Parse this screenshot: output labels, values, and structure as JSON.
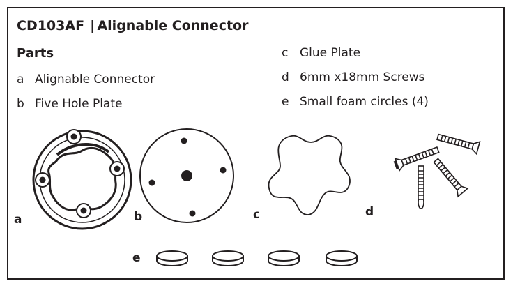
{
  "header": {
    "code": "CD103AF",
    "separator": "|",
    "product": "Alignable Connector"
  },
  "parts_heading": "Parts",
  "parts_list": [
    {
      "letter": "a",
      "name": "Alignable Connector"
    },
    {
      "letter": "b",
      "name": "Five Hole Plate"
    },
    {
      "letter": "c",
      "name": "Glue Plate"
    },
    {
      "letter": "d",
      "name": "6mm x18mm Screws"
    },
    {
      "letter": "e",
      "name": "Small foam circles (4)"
    }
  ],
  "illustration_labels": {
    "a": "a",
    "b": "b",
    "c": "c",
    "d": "d",
    "e": "e"
  }
}
